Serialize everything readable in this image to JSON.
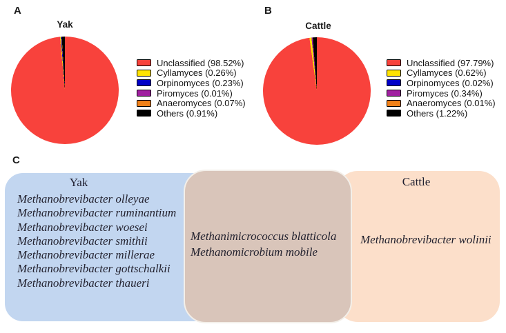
{
  "figure": {
    "background": "#ffffff"
  },
  "panels": {
    "a": {
      "label": "A",
      "title": "Yak"
    },
    "b": {
      "label": "B",
      "title": "Cattle"
    },
    "c": {
      "label": "C",
      "venn": {
        "left": {
          "title": "Yak",
          "color": "#c2d6f0",
          "items": [
            "Methanobrevibacter olleyae",
            "Methanobrevibacter ruminantium",
            "Methanobrevibacter woesei",
            "Methanobrevibacter smithii",
            "Methanobrevibacter millerae",
            "Methanobrevibacter gottschalkii",
            "Methanobrevibacter thaueri"
          ]
        },
        "middle": {
          "color": "#d9c5ba",
          "items": [
            "Methanimicrococcus blatticola",
            "Methanomicrobium mobile"
          ]
        },
        "right": {
          "title": "Cattle",
          "color": "#fcdfca",
          "items": [
            "Methanobrevibacter wolinii"
          ]
        }
      }
    }
  },
  "chart_data": [
    {
      "type": "pie",
      "panel": "A",
      "title": "Yak",
      "legend_position": "right",
      "series": [
        {
          "label": "Unclassified",
          "value": 98.52,
          "color": "#f8423c",
          "legend": "Unclassified (98.52%)"
        },
        {
          "label": "Cyllamyces",
          "value": 0.26,
          "color": "#ffe300",
          "legend": "Cyllamyces (0.26%)"
        },
        {
          "label": "Orpinomyces",
          "value": 0.23,
          "color": "#0000c8",
          "legend": "Orpinomyces (0.23%)"
        },
        {
          "label": "Piromyces",
          "value": 0.01,
          "color": "#a020a0",
          "legend": "Piromyces (0.01%)"
        },
        {
          "label": "Anaeromyces",
          "value": 0.07,
          "color": "#f08018",
          "legend": "Anaeromyces (0.07%)"
        },
        {
          "label": "Others",
          "value": 0.91,
          "color": "#000000",
          "legend": "Others (0.91%)"
        }
      ]
    },
    {
      "type": "pie",
      "panel": "B",
      "title": "Cattle",
      "legend_position": "right",
      "series": [
        {
          "label": "Unclassified",
          "value": 97.79,
          "color": "#f8423c",
          "legend": "Unclassified (97.79%)"
        },
        {
          "label": "Cyllamyces",
          "value": 0.62,
          "color": "#ffe300",
          "legend": "Cyllamyces (0.62%)"
        },
        {
          "label": "Orpinomyces",
          "value": 0.02,
          "color": "#0000c8",
          "legend": "Orpinomyces (0.02%)"
        },
        {
          "label": "Piromyces",
          "value": 0.34,
          "color": "#a020a0",
          "legend": "Piromyces (0.34%)"
        },
        {
          "label": "Anaeromyces",
          "value": 0.01,
          "color": "#f08018",
          "legend": "Anaeromyces (0.01%)"
        },
        {
          "label": "Others",
          "value": 1.22,
          "color": "#000000",
          "legend": "Others (1.22%)"
        }
      ]
    }
  ]
}
